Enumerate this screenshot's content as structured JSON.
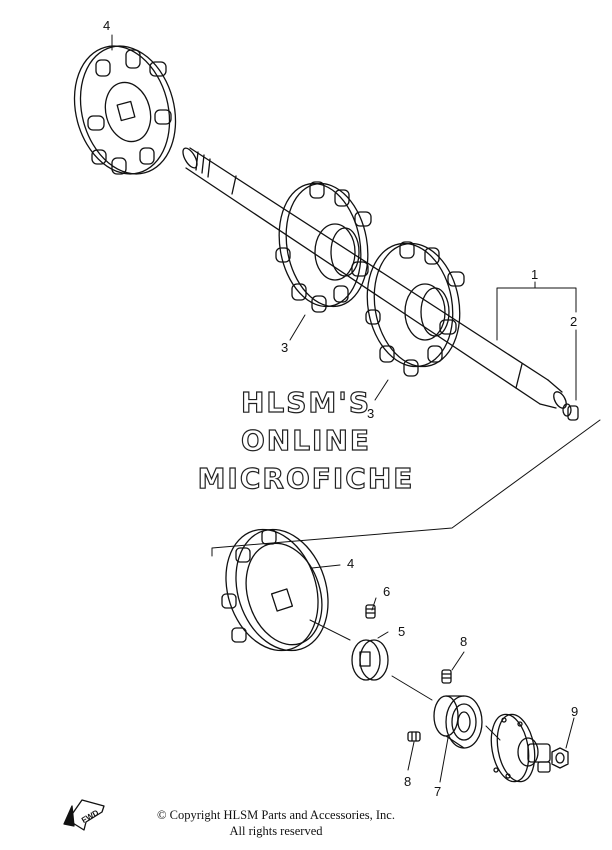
{
  "callouts": [
    "1",
    "2",
    "3",
    "3",
    "4",
    "4",
    "5",
    "6",
    "7",
    "8",
    "8",
    "9"
  ],
  "watermark": {
    "line1": "HLSM'S",
    "line2": "ONLINE",
    "line3": "MICROFICHE"
  },
  "fwd_label": "FWD",
  "copyright": {
    "line1": "© Copyright HLSM Parts and Accessories, Inc.",
    "line2": "All rights reserved"
  }
}
